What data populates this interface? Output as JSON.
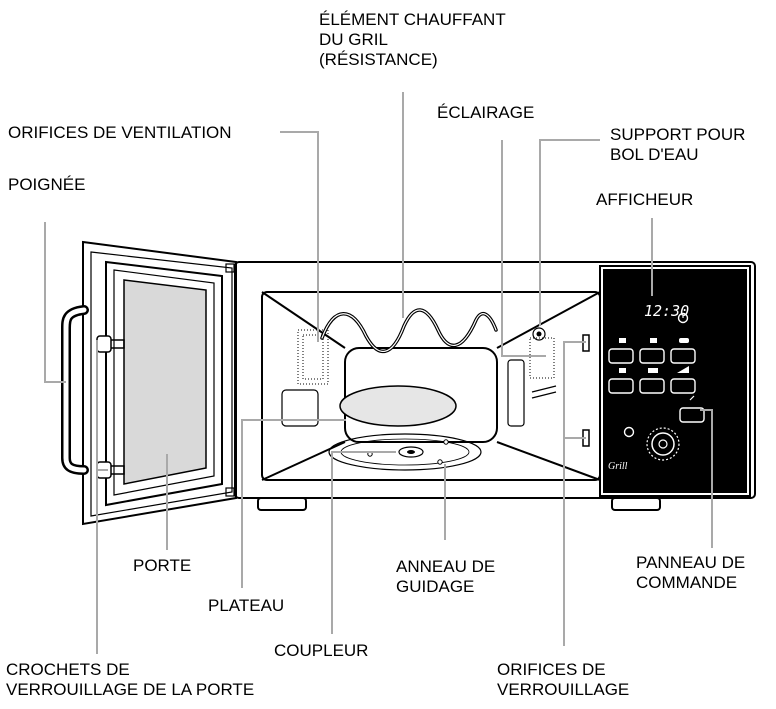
{
  "labels": {
    "heating_element": [
      "ÉLÉMENT CHAUFFANT",
      "DU GRIL",
      "(RÉSISTANCE)"
    ],
    "vents": "ORIFICES DE VENTILATION",
    "lighting": "ÉCLAIRAGE",
    "bowl_support": [
      "SUPPORT POUR",
      "BOL D'EAU"
    ],
    "handle": "POIGNÉE",
    "display": "AFFICHEUR",
    "door": "PORTE",
    "guide_ring": [
      "ANNEAU DE",
      "GUIDAGE"
    ],
    "control_panel": [
      "PANNEAU DE",
      "COMMANDE"
    ],
    "turntable": "PLATEAU",
    "coupler": "COUPLEUR",
    "door_hooks": [
      "CROCHETS DE",
      "VERROUILLAGE DE LA PORTE"
    ],
    "lock_holes": [
      "ORIFICES DE",
      "VERROUILLAGE"
    ]
  },
  "panel": {
    "clock": "12:30",
    "brand": "Grill"
  },
  "colors": {
    "ink": "#000000",
    "leader": "#a9a9a9",
    "glass": "#d9d9d9",
    "plate": "#e6e6e6"
  }
}
